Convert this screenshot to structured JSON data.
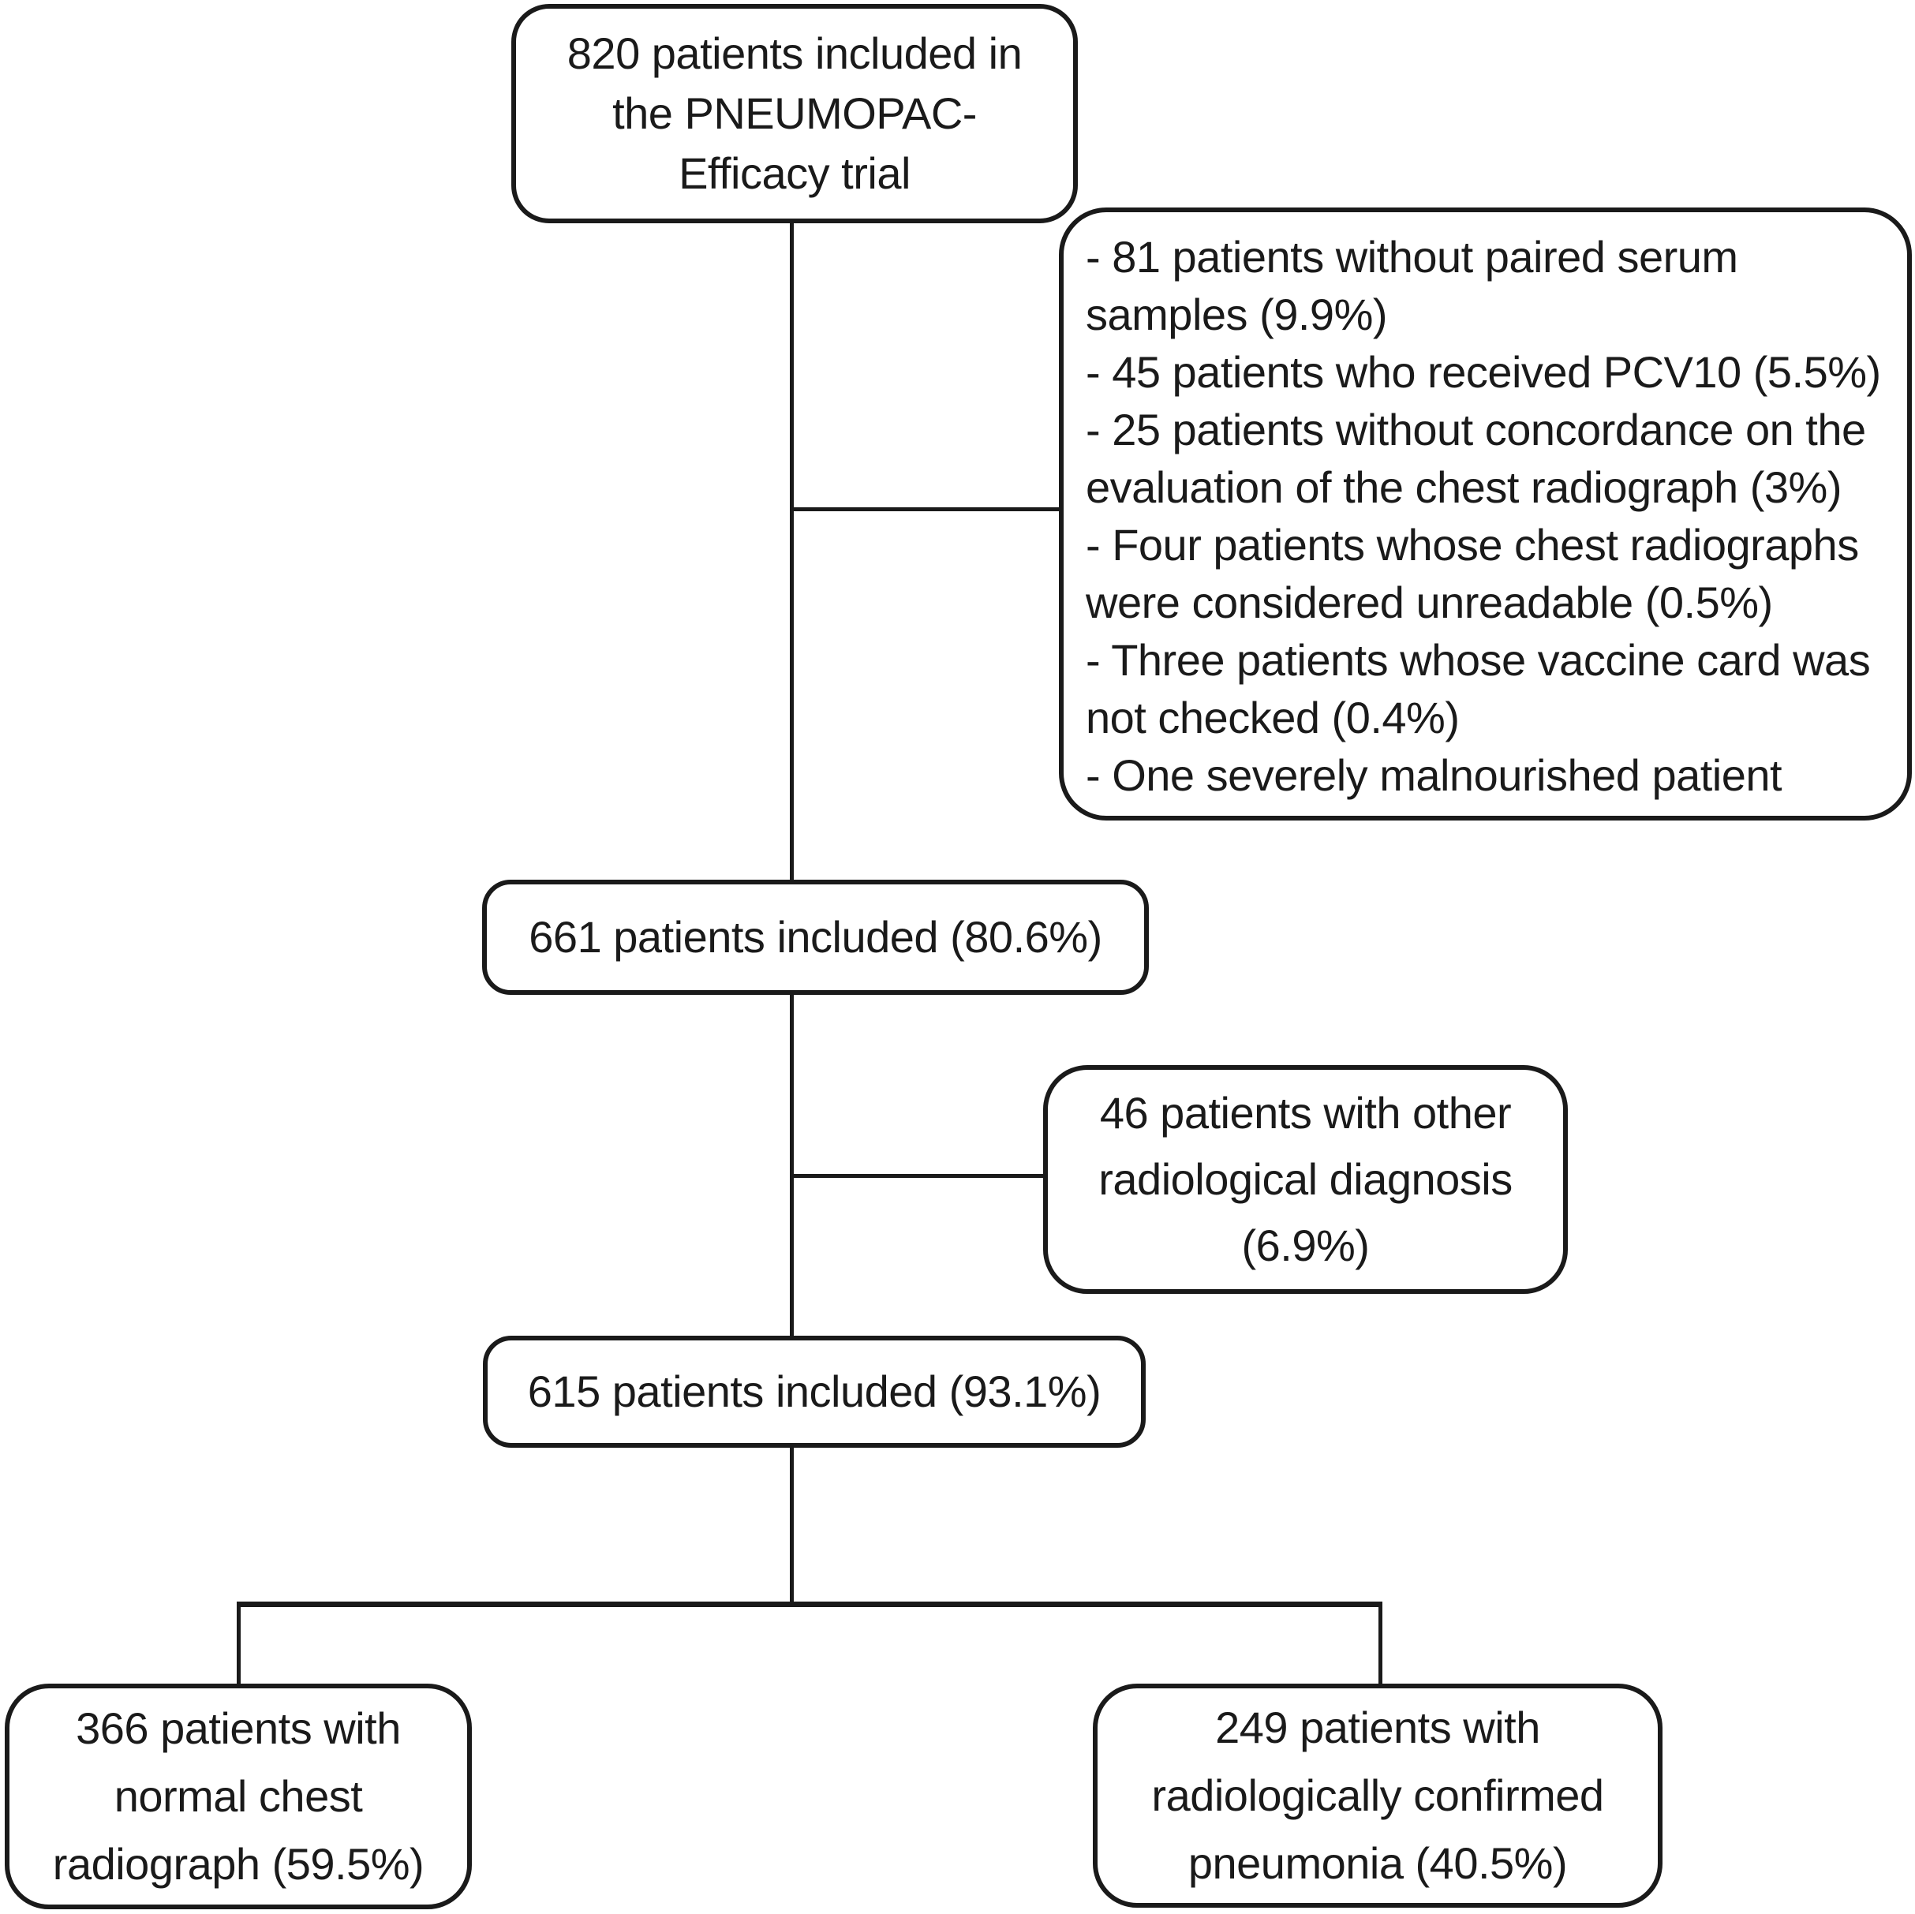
{
  "diagram": {
    "type": "flowchart",
    "description": "Patient flow diagram of the PNEUMOPAC-Efficacy trial",
    "colors": {
      "background": "#ffffff",
      "box_fill": "#ffffff",
      "line": "#1a1a1a",
      "text": "#1a1a1a"
    },
    "nodes": {
      "enrolled": {
        "label": "820 patients included in\nthe PNEUMOPAC-\nEfficacy trial"
      },
      "excluded": {
        "items": [
          "- 81 patients without paired serum\nsamples (9.9%)",
          "- 45 patients who received PCV10 (5.5%)",
          "- 25 patients without concordance on the\nevaluation of the chest radiograph (3%)",
          "- Four patients whose chest radiographs\nwere considered unreadable (0.5%)",
          "- Three patients whose vaccine card was\nnot checked (0.4%)",
          "- One severely malnourished patient"
        ]
      },
      "included_661": {
        "label": "661 patients included (80.6%)"
      },
      "other_radiological_diagnosis": {
        "label": "46 patients with other\nradiological diagnosis\n(6.9%)"
      },
      "included_615": {
        "label": "615 patients included (93.1%)"
      },
      "normal_chest_radiograph": {
        "label": "366 patients with\nnormal chest\nradiograph (59.5%)"
      },
      "confirmed_pneumonia": {
        "label": "249 patients with\nradiologically confirmed\npneumonia (40.5%)"
      }
    }
  }
}
